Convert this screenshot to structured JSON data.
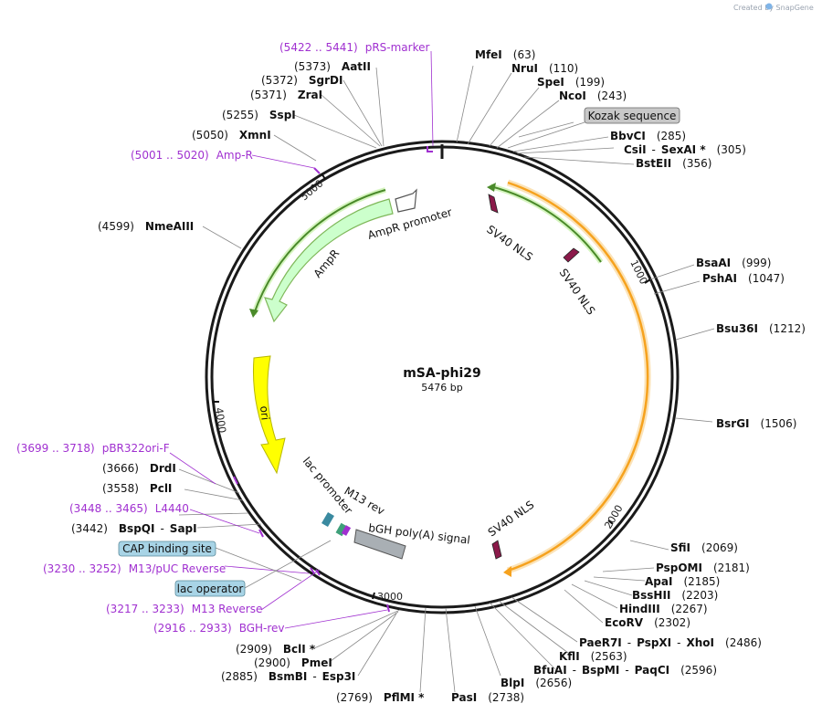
{
  "credit": "Created by SnapGene",
  "plasmid": {
    "name": "mSA-phi29",
    "size": "5476 bp"
  },
  "ticks": [
    "1000",
    "2000",
    "3000",
    "4000",
    "5000"
  ],
  "features": {
    "kozak": "Kozak sequence",
    "sv40_1": "SV40 NLS",
    "sv40_2": "SV40 NLS",
    "sv40_3": "SV40 NLS",
    "ampr": "AmpR",
    "ampr_promoter": "AmpR promoter",
    "ori": "ori",
    "lac_promoter": "lac promoter",
    "m13_rev": "M13 rev",
    "bgh": "bGH poly(A) signal",
    "cap": "CAP binding site",
    "lac_operator": "lac operator"
  },
  "primers": {
    "prs_marker": {
      "pos": "(5422 .. 5441)",
      "name": "pRS-marker"
    },
    "amp_r": {
      "pos": "(5001 .. 5020)",
      "name": "Amp-R"
    },
    "pbr322": {
      "pos": "(3699 .. 3718)",
      "name": "pBR322ori-F"
    },
    "l4440": {
      "pos": "(3448 .. 3465)",
      "name": "L4440"
    },
    "m13_puc": {
      "pos": "(3230 .. 3252)",
      "name": "M13/pUC Reverse"
    },
    "m13_reverse": {
      "pos": "(3217 .. 3233)",
      "name": "M13 Reverse"
    },
    "bgh_rev": {
      "pos": "(2916 .. 2933)",
      "name": "BGH-rev"
    }
  },
  "sites": {
    "mfei": {
      "name": "MfeI",
      "pos": "(63)"
    },
    "nrui": {
      "name": "NruI",
      "pos": "(110)"
    },
    "spei": {
      "name": "SpeI",
      "pos": "(199)"
    },
    "ncoi": {
      "name": "NcoI",
      "pos": "(243)"
    },
    "bbvci": {
      "name": "BbvCI",
      "pos": "(285)"
    },
    "csii": {
      "name": "CsiI",
      "sep": "-",
      "name2": "SexAI *",
      "pos": "(305)"
    },
    "bsteii": {
      "name": "BstEII",
      "pos": "(356)"
    },
    "bsaai": {
      "name": "BsaAI",
      "pos": "(999)"
    },
    "pshai": {
      "name": "PshAI",
      "pos": "(1047)"
    },
    "bsu36i": {
      "name": "Bsu36I",
      "pos": "(1212)"
    },
    "bsrgi": {
      "name": "BsrGI",
      "pos": "(1506)"
    },
    "sfii": {
      "name": "SfiI",
      "pos": "(2069)"
    },
    "pspomi": {
      "name": "PspOMI",
      "pos": "(2181)"
    },
    "apai": {
      "name": "ApaI",
      "pos": "(2185)"
    },
    "bsshii": {
      "name": "BssHII",
      "pos": "(2203)"
    },
    "hindiii": {
      "name": "HindIII",
      "pos": "(2267)"
    },
    "ecorv": {
      "name": "EcoRV",
      "pos": "(2302)"
    },
    "paer7i": {
      "name": "PaeR7I",
      "sep": "-",
      "name2": "PspXI",
      "sep2": "-",
      "name3": "XhoI",
      "pos": "(2486)"
    },
    "kfli": {
      "name": "KflI",
      "pos": "(2563)"
    },
    "bfuai": {
      "name": "BfuAI",
      "sep": "-",
      "name2": "BspMI",
      "sep2": "-",
      "name3": "PaqCI",
      "pos": "(2596)"
    },
    "blpi": {
      "name": "BlpI",
      "pos": "(2656)"
    },
    "pasi": {
      "name": "PasI",
      "pos": "(2738)"
    },
    "pflmi": {
      "name": "PflMI *",
      "pos": "(2769)"
    },
    "bsmbi": {
      "name": "BsmBI",
      "sep": "-",
      "name2": "Esp3I",
      "pos": "(2885)"
    },
    "pmei": {
      "name": "PmeI",
      "pos": "(2900)"
    },
    "bcli": {
      "name": "BclI *",
      "pos": "(2909)"
    },
    "bspqi": {
      "name": "BspQI",
      "sep": "-",
      "name2": "SapI",
      "pos": "(3442)"
    },
    "pcli": {
      "name": "PclI",
      "pos": "(3558)"
    },
    "drdi": {
      "name": "DrdI",
      "pos": "(3666)"
    },
    "nmeaiii": {
      "name": "NmeAIII",
      "pos": "(4599)"
    },
    "xmni": {
      "name": "XmnI",
      "pos": "(5050)"
    },
    "sspi": {
      "name": "SspI",
      "pos": "(5255)"
    },
    "zrai": {
      "name": "ZraI",
      "pos": "(5371)"
    },
    "sgrdi": {
      "name": "SgrDI",
      "pos": "(5372)"
    },
    "aatii": {
      "name": "AatII",
      "pos": "(5373)"
    }
  },
  "colors": {
    "backbone": "#1a1a1a",
    "cds_orange": "#f6a21e",
    "cds_orange_fill": "#fbe3b8",
    "ampr_fill": "#ccffcc",
    "ampr_stroke": "#7fb85a",
    "ori_yellow": "#ffff00",
    "nls_purple": "#8b1a4a",
    "primer_purple": "#a030d0",
    "cap_blue": "#a8d4e6",
    "kozak_grey": "#c8c8c8"
  }
}
